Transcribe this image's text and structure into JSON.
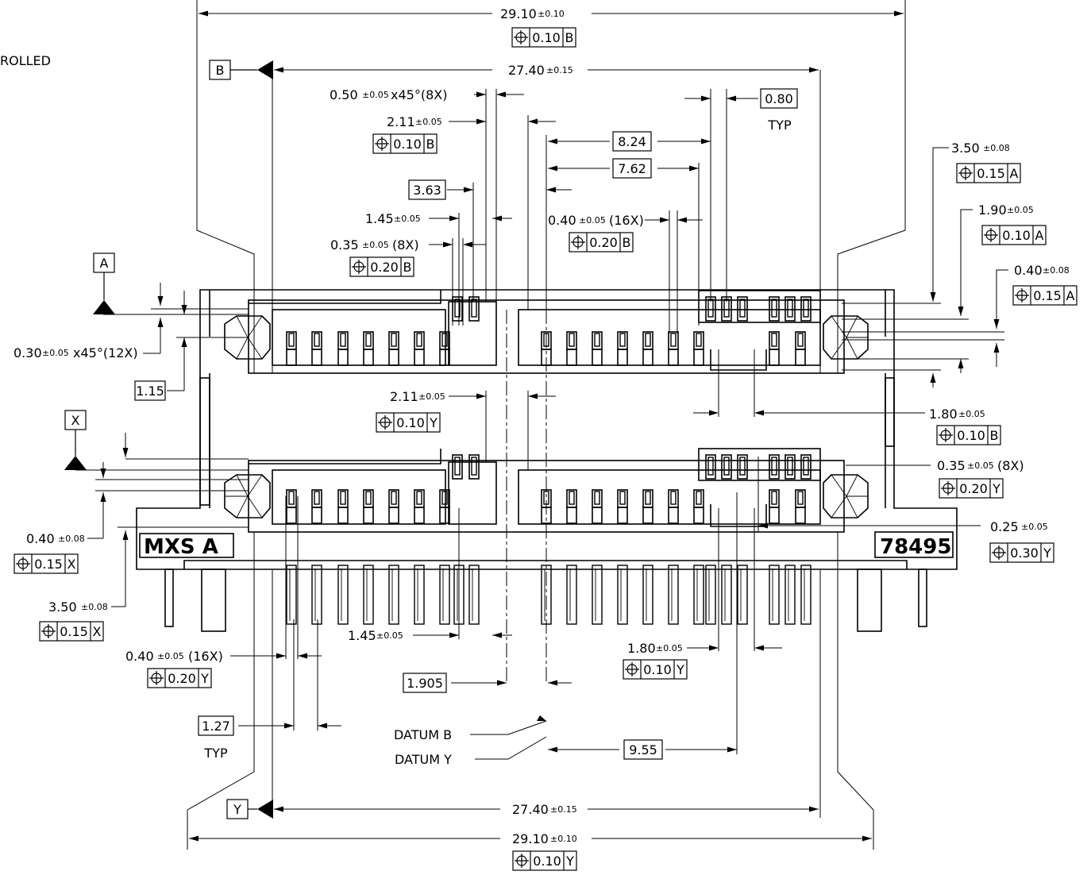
{
  "note_fragment": "ROLLED",
  "datums": {
    "a": "A",
    "b": "B",
    "x": "X",
    "y": "Y"
  },
  "labels": {
    "marking_left": "MXS A",
    "marking_right": "78495",
    "datum_b_note": "DATUM B",
    "datum_y_note": "DATUM Y",
    "typ": "TYP"
  },
  "dimensions": {
    "top_width_ab": "29.10",
    "top_width_ab_tol": "±0.10",
    "width_b": "27.40",
    "width_b_tol": "±0.15",
    "chamfer_8x": "0.50",
    "chamfer_8x_tol": "±0.05",
    "chamfer_8x_suffix": "x45°(8X)",
    "pitch_top": "2.11",
    "pitch_top_tol": "±0.05",
    "d363": "3.63",
    "d145_top": "1.45",
    "d145_top_tol": "±0.05",
    "d035_top": "0.35",
    "d035_top_tol": "±0.05",
    "d035_top_suffix": "(8X)",
    "d824": "8.24",
    "d762": "7.62",
    "d080": "0.80",
    "d040_16x_top": "0.40",
    "d040_16x_top_tol": "±0.05",
    "d040_16x_top_suffix": "(16X)",
    "d350_a": "3.50",
    "d350_a_tol": "±0.08",
    "d190": "1.90",
    "d190_tol": "±0.05",
    "d040_a": "0.40",
    "d040_a_tol": "±0.08",
    "chamfer_12x": "0.30",
    "chamfer_12x_tol": "±0.05",
    "chamfer_12x_suffix": "x45°(12X)",
    "d115": "1.15",
    "pitch_mid": "2.11",
    "pitch_mid_tol": "±0.05",
    "d180_b": "1.80",
    "d180_b_tol": "±0.05",
    "d035_y": "0.35",
    "d035_y_tol": "±0.05",
    "d035_y_suffix": "(8X)",
    "d025": "0.25",
    "d025_tol": "±0.05",
    "d040_x": "0.40",
    "d040_x_tol": "±0.08",
    "d350_x": "3.50",
    "d350_x_tol": "±0.08",
    "d145_bot": "1.45",
    "d145_bot_tol": "±0.05",
    "d040_16x_bot": "0.40",
    "d040_16x_bot_tol": "±0.05",
    "d040_16x_bot_suffix": "(16X)",
    "d180_y": "1.80",
    "d180_y_tol": "±0.05",
    "d1905": "1.905",
    "d127": "1.27",
    "d955": "9.55",
    "width_y": "27.40",
    "width_y_tol": "±0.15",
    "bot_width_y": "29.10",
    "bot_width_y_tol": "±0.10"
  },
  "frames": {
    "f_top_b": "0.10",
    "f_b_pitch": "0.10",
    "f_pin_b": "0.20",
    "f_040_16x_b": "0.20",
    "f_350_a": "0.15",
    "f_190_a": "0.10",
    "f_040_a": "0.15",
    "f_pitch_y": "0.10",
    "f_180_b": "0.10",
    "f_035_y": "0.20",
    "f_025_y": "0.30",
    "f_040_x": "0.15",
    "f_350_x": "0.15",
    "f_040_16x_y": "0.20",
    "f_180_y": "0.10",
    "f_bot_y": "0.10"
  }
}
